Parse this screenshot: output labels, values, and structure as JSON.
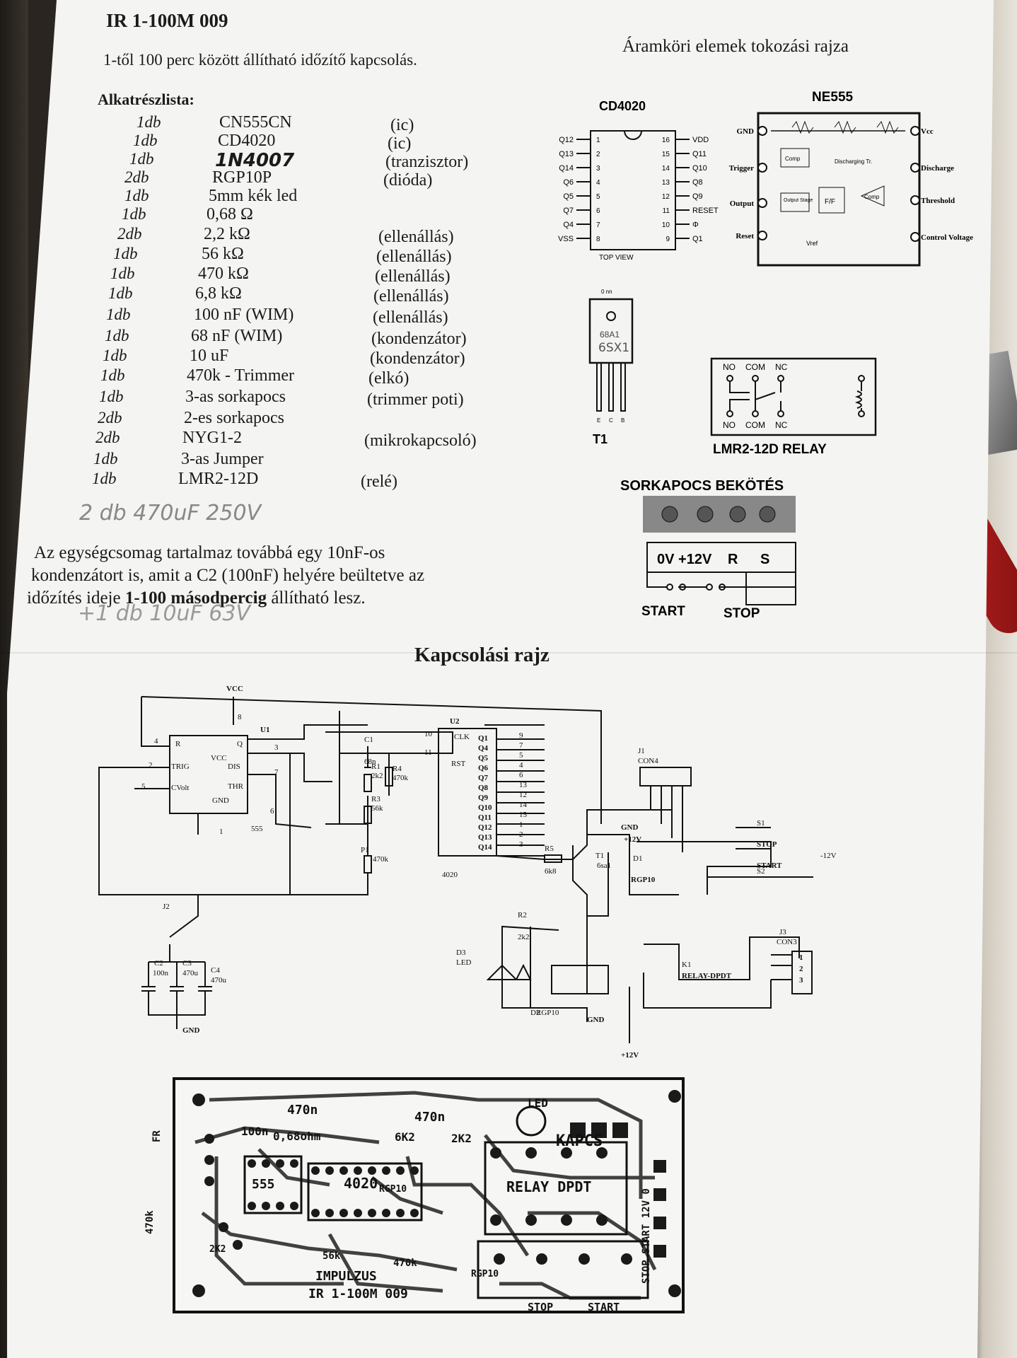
{
  "doc": {
    "code": "IR 1-100M 009",
    "subtitle": "1-től 100 perc között állítható időzítő kapcsolás.",
    "parts_heading": "Alkatrészlista:",
    "pinout_heading": "Áramköri elemek tokozási rajza",
    "parts": [
      {
        "qty": "1db",
        "name": "CN555CN",
        "type": "(ic)"
      },
      {
        "qty": "1db",
        "name": "CD4020",
        "type": "(ic)"
      },
      {
        "qty": "1db",
        "name": "1N4007",
        "type": "(tranzisztor)"
      },
      {
        "qty": "2db",
        "name": "RGP10P",
        "type": "(dióda)"
      },
      {
        "qty": "1db",
        "name": "5mm kék led",
        "type": ""
      },
      {
        "qty": "1db",
        "name": "0,68 Ω",
        "type": ""
      },
      {
        "qty": "2db",
        "name": "2,2 kΩ",
        "type": "(ellenállás)"
      },
      {
        "qty": "1db",
        "name": "56 kΩ",
        "type": "(ellenállás)"
      },
      {
        "qty": "1db",
        "name": "470 kΩ",
        "type": "(ellenállás)"
      },
      {
        "qty": "1db",
        "name": "6,8 kΩ",
        "type": "(ellenállás)"
      },
      {
        "qty": "1db",
        "name": "100 nF (WIM)",
        "type": "(ellenállás)"
      },
      {
        "qty": "1db",
        "name": "68 nF   (WIM)",
        "type": "(kondenzátor)"
      },
      {
        "qty": "1db",
        "name": "10 uF",
        "type": "(kondenzátor)"
      },
      {
        "qty": "1db",
        "name": "470k - Trimmer",
        "type": "(elkó)"
      },
      {
        "qty": "1db",
        "name": "3-as sorkapocs",
        "type": "(trimmer poti)"
      },
      {
        "qty": "2db",
        "name": "2-es sorkapocs",
        "type": ""
      },
      {
        "qty": "2db",
        "name": "NYG1-2",
        "type": "(mikrokapcsoló)"
      },
      {
        "qty": "1db",
        "name": "3-as Jumper",
        "type": ""
      },
      {
        "qty": "1db",
        "name": "LMR2-12D",
        "type": "(relé)"
      }
    ],
    "handwritten_extra": "2 db   470uF 250V",
    "note_line1": "Az egységcsomag tartalmaz továbbá egy 10nF-os",
    "note_line2": "kondenzátort is, amit a C2 (100nF) helyére beültetve az",
    "note_line3a": "időzítés ideje ",
    "note_line3b": "1-100 másodpercig",
    "note_line3c": " állítható lesz.",
    "handwritten_extra2": "+1 db  10uF 63V",
    "schematic_title": "Kapcsolási rajz"
  },
  "pinout": {
    "cd4020": {
      "title": "CD4020",
      "left_pins": [
        "Q12",
        "Q13",
        "Q14",
        "Q6",
        "Q5",
        "Q7",
        "Q4",
        "VSS"
      ],
      "right_pins": [
        "VDD",
        "Q11",
        "Q10",
        "Q8",
        "Q9",
        "RESET",
        "Φ",
        "Q1"
      ],
      "left_nums": [
        "1",
        "2",
        "3",
        "4",
        "5",
        "6",
        "7",
        "8"
      ],
      "right_nums": [
        "16",
        "15",
        "14",
        "13",
        "12",
        "11",
        "10",
        "9"
      ],
      "view": "TOP VIEW"
    },
    "ne555": {
      "title": "NE555",
      "left": [
        "GND",
        "Trigger",
        "Output",
        "Reset"
      ],
      "right": [
        "Vcc",
        "Discharge",
        "Threshold",
        "Control Voltage"
      ],
      "inner": [
        "Comp",
        "Discharging Tr.",
        "Output Stage",
        "F/F",
        "Comp",
        "Vref"
      ]
    },
    "transistor": {
      "label": "T1",
      "pins": [
        "E",
        "C",
        "B"
      ],
      "marking": "68A1",
      "hw": "6SX1",
      "top": "0 nn"
    },
    "relay": {
      "title": "LMR2-12D RELAY",
      "top": [
        "NO",
        "COM",
        "NC"
      ],
      "bottom": [
        "NO",
        "COM",
        "NC"
      ]
    },
    "terminal": {
      "title": "SORKAPOCS BEKÖTÉS",
      "labels": [
        "0V +12V",
        "R",
        "S"
      ],
      "start": "START",
      "stop": "STOP"
    }
  },
  "schematic": {
    "labels": {
      "vcc": "VCC",
      "u1": "U1",
      "u2": "U2",
      "u1_part": "555",
      "u2_part": "4020",
      "r": "R",
      "q": "Q",
      "trig": "TRIG",
      "dis": "DIS",
      "cvolt": "CVolt",
      "thr": "THR",
      "vcc_pin": "VCC",
      "gnd_pin": "GND",
      "clk": "CLK",
      "rst": "RST",
      "r1": "R1",
      "r1v": "2k2",
      "r3": "R3",
      "r3v": "56k",
      "r4": "R4",
      "r4v": "470k",
      "c1": "C1",
      "c1v": "68n",
      "p1": "P1",
      "p1v": "470k",
      "r5": "R5",
      "r5v": "6k8",
      "t1": "T1",
      "t1v": "6sa1",
      "d1": "D1",
      "d1v": "RGP10",
      "r2": "R2",
      "r2v": "2k2",
      "d3": "D3",
      "d3v": "LED",
      "d2": "D2",
      "d2v": "RGP10",
      "k1": "K1",
      "k1v": "RELAY-DPDT",
      "j1": "J1",
      "j1v": "CON4",
      "j3": "J3",
      "j3v": "CON3",
      "s1": "S1",
      "stop": "STOP",
      "s2": "S2",
      "start": "START",
      "m12v": "-12V",
      "p12v": "+12V",
      "gnd": "GND",
      "j2": "J2",
      "c2": "C2",
      "c2v": "100n",
      "c3": "C3",
      "c3v": "470u",
      "c4": "C4",
      "c4v": "470u",
      "q_out": [
        "Q1",
        "Q4",
        "Q5",
        "Q6",
        "Q7",
        "Q8",
        "Q9",
        "Q10",
        "Q11",
        "Q12",
        "Q13",
        "Q14"
      ],
      "q_nums": [
        "9",
        "7",
        "5",
        "4",
        "6",
        "13",
        "12",
        "14",
        "15",
        "1",
        "2",
        "3"
      ],
      "pin_nums": {
        "p4": "4",
        "p3": "3",
        "p2": "2",
        "p7": "7",
        "p5": "5",
        "p6": "6",
        "p8": "8",
        "p1": "1",
        "p10": "10",
        "p11": "11"
      },
      "con_nums": [
        "1",
        "2",
        "3"
      ]
    }
  },
  "pcb": {
    "labels": [
      "470n",
      "470n",
      "LED",
      "100n",
      "0,68ohm",
      "6K2",
      "2K2",
      "KAPCS",
      "555",
      "4020",
      "RELAY DPDT",
      "RGP10",
      "RGP10",
      "2K2",
      "56k",
      "470k",
      "IMPULZUS",
      "IR 1-100M 009",
      "STOP",
      "START",
      "STOP START 12V 0",
      "FR",
      "470k"
    ]
  }
}
